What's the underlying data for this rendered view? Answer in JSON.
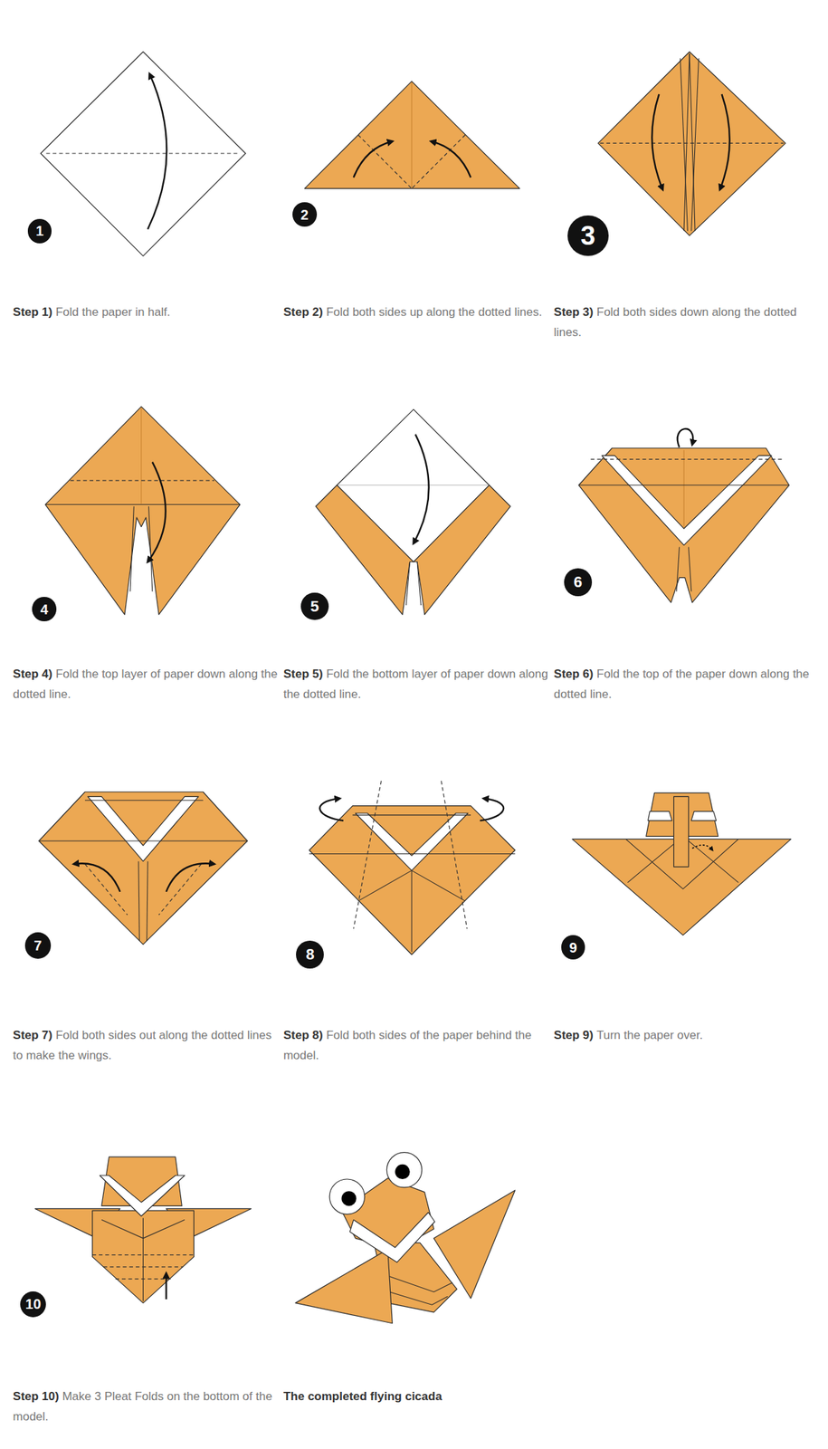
{
  "diagram": {
    "nodes": [
      {
        "text": [
          "1"
        ]
      },
      {
        "text": [
          "2"
        ]
      },
      {
        "text": [
          "3"
        ]
      },
      {
        "text": [
          "4"
        ]
      },
      {
        "text": [
          "5"
        ]
      },
      {
        "text": [
          "6"
        ]
      },
      {
        "text": [
          "7"
        ]
      },
      {
        "text": [
          "8"
        ]
      },
      {
        "text": [
          "9"
        ]
      },
      {
        "text": [
          "10"
        ]
      }
    ],
    "labels": [
      "Step 1)",
      "Fold the paper in half.",
      "Step 2)",
      "Fold both sides up along the dotted lines.",
      "Step 3)",
      "Fold both sides down along the dotted lines.",
      "Step 4)",
      "Fold the top layer of paper down along the dotted line.",
      "Step 5)",
      "Fold the bottom layer of paper down along the dotted line.",
      "Step 6)",
      "Fold the top of the paper down along the dotted line.",
      "Step 7)",
      "Fold both sides out along the dotted lines to make the wings.",
      "Step 8)",
      "Fold both sides of the paper behind the model.",
      "Step 9)",
      "Turn the paper over.",
      "Step 10)",
      "Make 3 Pleat Folds on the bottom of the model.",
      "The completed flying cicada"
    ]
  }
}
